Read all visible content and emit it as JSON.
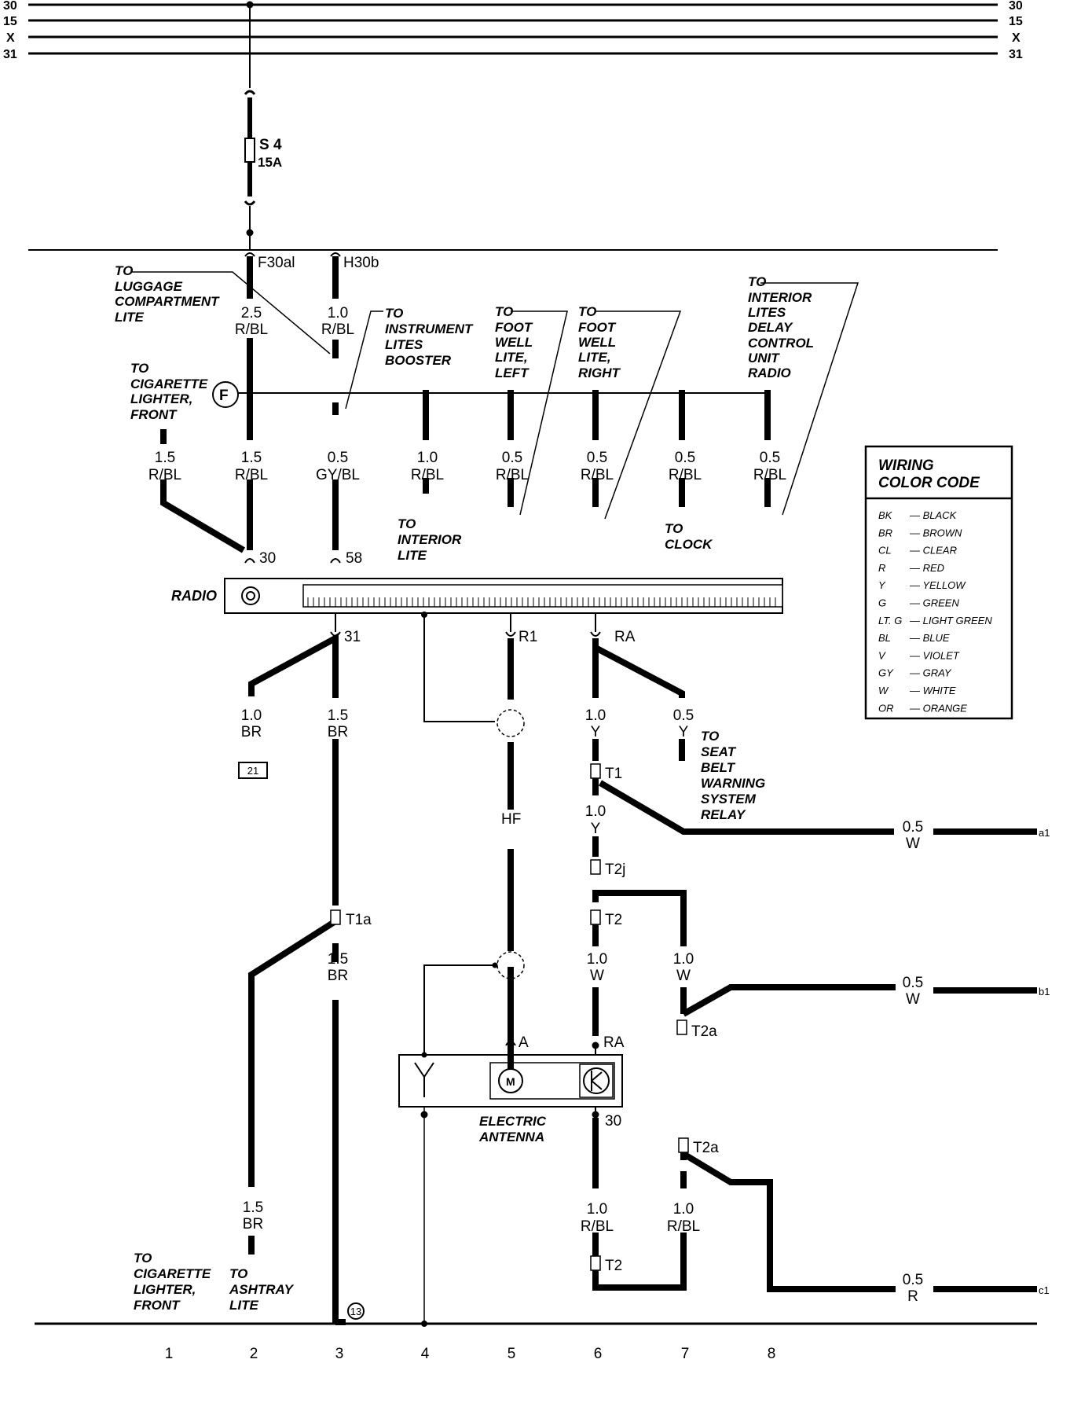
{
  "bus_labels": [
    "30",
    "15",
    "X",
    "31"
  ],
  "fuse": {
    "name": "S 4",
    "rating": "15A"
  },
  "terminals": {
    "f30": "F30al",
    "h30": "H30b",
    "f_conn": "F",
    "radio_in_30": "30",
    "radio_in_58": "58",
    "radio_out_31": "31",
    "radio_out_r1": "R1",
    "radio_out_ra": "RA",
    "hf": "HF",
    "ant_a": "A",
    "ant_ra": "RA",
    "ant_30": "30",
    "t1": "T1",
    "t1a": "T1a",
    "t2j": "T2j",
    "t2_top": "T2",
    "t2a_mid": "T2a",
    "t2a_low": "T2a",
    "t2_bot": "T2",
    "ground_13": "13",
    "ground_21": "21",
    "a1": "a1",
    "b1": "b1",
    "c1": "c1",
    "motor": "M"
  },
  "notes": {
    "luggage": [
      "TO",
      "LUGGAGE",
      "COMPARTMENT",
      "LITE"
    ],
    "instrument": [
      "TO",
      "INSTRUMENT",
      "LITES",
      "BOOSTER"
    ],
    "foot_left": [
      "TO",
      "FOOT",
      "WELL",
      "LITE,",
      "LEFT"
    ],
    "foot_right": [
      "TO",
      "FOOT",
      "WELL",
      "LITE,",
      "RIGHT"
    ],
    "interior_delay": [
      "TO",
      "INTERIOR",
      "LITES",
      "DELAY",
      "CONTROL",
      "UNIT",
      "RADIO"
    ],
    "cig_top": [
      "TO",
      "CIGARETTE",
      "LIGHTER,",
      "FRONT"
    ],
    "interior_lite": [
      "TO",
      "INTERIOR",
      "LITE"
    ],
    "clock": [
      "TO",
      "CLOCK"
    ],
    "seat_belt": [
      "TO",
      "SEAT",
      "BELT",
      "WARNING",
      "SYSTEM",
      "RELAY"
    ],
    "cig_bottom": [
      "TO",
      "CIGARETTE",
      "LIGHTER,",
      "FRONT"
    ],
    "ashtray": [
      "TO",
      "ASHTRAY",
      "LITE"
    ],
    "radio": "RADIO",
    "antenna": [
      "ELECTRIC",
      "ANTENNA"
    ]
  },
  "wires": [
    [
      "2.5",
      "R/BL"
    ],
    [
      "1.0",
      "R/BL"
    ],
    [
      "1.5",
      "R/BL"
    ],
    [
      "1.5",
      "R/BL"
    ],
    [
      "0.5",
      "GY/BL"
    ],
    [
      "1.0",
      "R/BL"
    ],
    [
      "0.5",
      "R/BL"
    ],
    [
      "0.5",
      "R/BL"
    ],
    [
      "0.5",
      "R/BL"
    ],
    [
      "0.5",
      "R/BL"
    ],
    [
      "1.0",
      "BR"
    ],
    [
      "1.5",
      "BR"
    ],
    [
      "1.0",
      "Y"
    ],
    [
      "0.5",
      "Y"
    ],
    [
      "1.0",
      "Y"
    ],
    [
      "0.5",
      "W"
    ],
    [
      "1.5",
      "BR"
    ],
    [
      "1.0",
      "W"
    ],
    [
      "1.0",
      "W"
    ],
    [
      "0.5",
      "W"
    ],
    [
      "1.5",
      "BR"
    ],
    [
      "1.0",
      "R/BL"
    ],
    [
      "1.0",
      "R/BL"
    ],
    [
      "0.5",
      "R"
    ]
  ],
  "legend": {
    "title": [
      "WIRING",
      "COLOR CODE"
    ],
    "items": [
      [
        "BK",
        "— BLACK"
      ],
      [
        "BR",
        "— BROWN"
      ],
      [
        "CL",
        "— CLEAR"
      ],
      [
        "R",
        "— RED"
      ],
      [
        "Y",
        "— YELLOW"
      ],
      [
        "G",
        "— GREEN"
      ],
      [
        "LT. G",
        "— LIGHT GREEN"
      ],
      [
        "BL",
        "— BLUE"
      ],
      [
        "V",
        "— VIOLET"
      ],
      [
        "GY",
        "— GRAY"
      ],
      [
        "W",
        "— WHITE"
      ],
      [
        "OR",
        "— ORANGE"
      ]
    ]
  },
  "columns": [
    "1",
    "2",
    "3",
    "4",
    "5",
    "6",
    "7",
    "8"
  ]
}
